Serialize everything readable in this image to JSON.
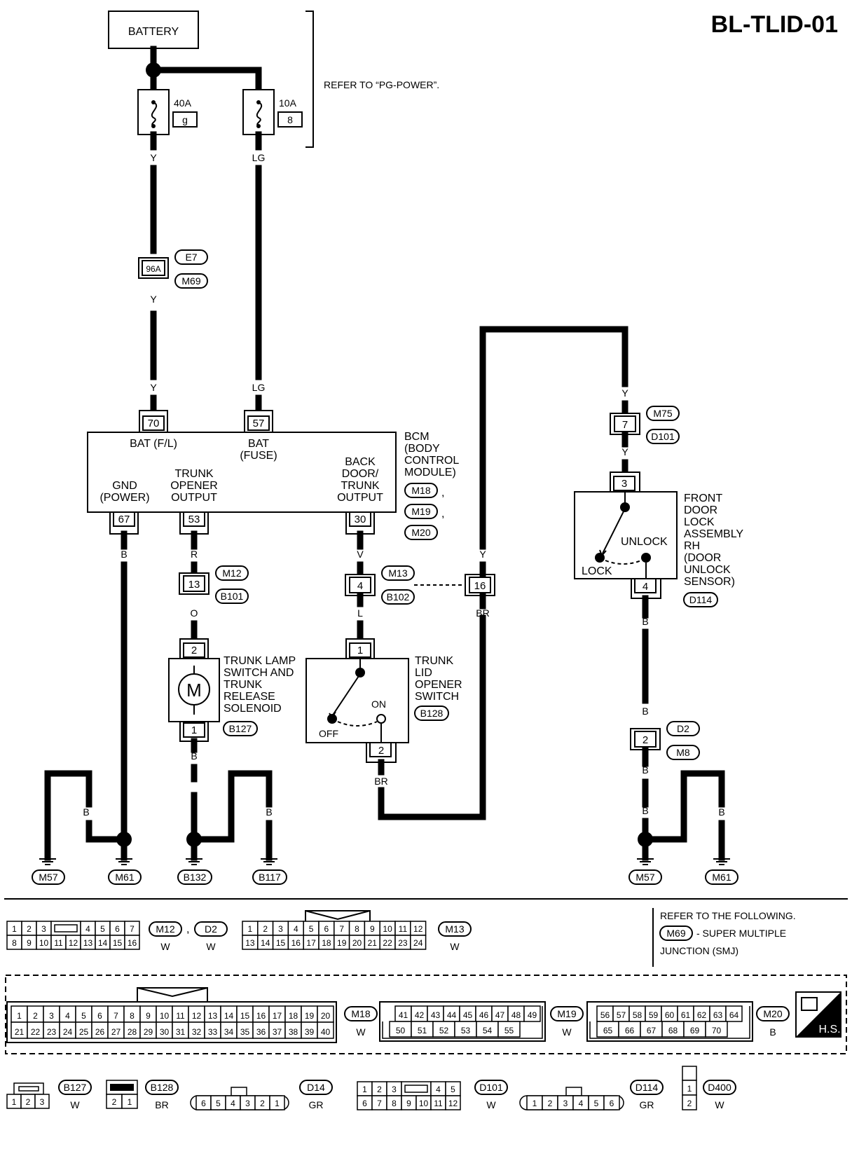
{
  "title": "BL-TLID-01",
  "refer_power": "REFER TO “PG-POWER”.",
  "battery": "BATTERY",
  "fuses": [
    {
      "amp": "40A",
      "id": "g"
    },
    {
      "amp": "10A",
      "id": "8"
    }
  ],
  "wire_colors": {
    "y": "Y",
    "lg": "LG",
    "b": "B",
    "r": "R",
    "o": "O",
    "v": "V",
    "l": "L",
    "br": "BR"
  },
  "joint": {
    "pin": "96A",
    "conn_top": "E7",
    "conn_bottom": "M69"
  },
  "bcm": {
    "name_lines": [
      "BCM",
      "(BODY",
      "CONTROL",
      "MODULE)"
    ],
    "connectors": [
      "M18",
      "M19",
      "M20"
    ],
    "pins": {
      "bat_fl": {
        "num": "70",
        "label": "BAT (F/L)"
      },
      "bat_fuse": {
        "num": "57",
        "label_lines": [
          "BAT",
          "(FUSE)"
        ]
      },
      "gnd": {
        "num": "67",
        "label_lines": [
          "GND",
          "(POWER)"
        ]
      },
      "trunk_opener": {
        "num": "53",
        "label_lines": [
          "TRUNK",
          "OPENER",
          "OUTPUT"
        ]
      },
      "back_door": {
        "num": "30",
        "label_lines": [
          "BACK",
          "DOOR/",
          "TRUNK",
          "OUTPUT"
        ]
      }
    }
  },
  "conn_m12": {
    "pin": "13",
    "top": "M12",
    "bottom": "B101"
  },
  "conn_m13": {
    "pin": "4",
    "top": "M13",
    "bottom": "B102",
    "pin2": "16"
  },
  "conn_m75": {
    "pin": "7",
    "top": "M75",
    "bottom": "D101"
  },
  "conn_d2": {
    "pin": "2",
    "top": "D2",
    "bottom": "M8"
  },
  "solenoid": {
    "label_lines": [
      "TRUNK LAMP",
      "SWITCH AND",
      "TRUNK",
      "RELEASE",
      "SOLENOID"
    ],
    "conn": "B127",
    "pin_top": "2",
    "pin_bottom": "1",
    "motor": "M"
  },
  "opener_switch": {
    "label_lines": [
      "TRUNK",
      "LID",
      "OPENER",
      "SWITCH"
    ],
    "conn": "B128",
    "pin_top": "1",
    "pin_bottom": "2",
    "on": "ON",
    "off": "OFF"
  },
  "door_lock": {
    "label_lines": [
      "FRONT",
      "DOOR",
      "LOCK",
      "ASSEMBLY",
      "RH",
      "(DOOR",
      "UNLOCK",
      "SENSOR)"
    ],
    "conn": "D114",
    "pin_top": "3",
    "pin_bottom": "4",
    "unlock": "UNLOCK",
    "lock": "LOCK"
  },
  "grounds": [
    "M57",
    "M61",
    "B132",
    "B117",
    "M57",
    "M61"
  ],
  "refer_following": {
    "line1": "REFER TO THE FOLLOWING.",
    "conn": "M69",
    "line2": "- SUPER MULTIPLE",
    "line3": "JUNCTION (SMJ)"
  },
  "connector_views": {
    "m12": {
      "labels": [
        "M12",
        "D2"
      ],
      "colors": [
        "W",
        "W"
      ],
      "row1": [
        "1",
        "2",
        "3",
        "",
        "4",
        "5",
        "6",
        "7"
      ],
      "row2": [
        "8",
        "9",
        "10",
        "11",
        "12",
        "13",
        "14",
        "15",
        "16"
      ]
    },
    "m13": {
      "label": "M13",
      "color": "W",
      "row1": [
        "1",
        "2",
        "3",
        "4",
        "5",
        "6",
        "7",
        "8",
        "9",
        "10",
        "11",
        "12"
      ],
      "row2": [
        "13",
        "14",
        "15",
        "16",
        "17",
        "18",
        "19",
        "20",
        "21",
        "22",
        "23",
        "24"
      ]
    },
    "m18": {
      "label": "M18",
      "color": "W",
      "row1": [
        "1",
        "2",
        "3",
        "4",
        "5",
        "6",
        "7",
        "8",
        "9",
        "10",
        "11",
        "12",
        "13",
        "14",
        "15",
        "16",
        "17",
        "18",
        "19",
        "20"
      ],
      "row2": [
        "21",
        "22",
        "23",
        "24",
        "25",
        "26",
        "27",
        "28",
        "29",
        "30",
        "31",
        "32",
        "33",
        "34",
        "35",
        "36",
        "37",
        "38",
        "39",
        "40"
      ]
    },
    "m19": {
      "label": "M19",
      "color": "W",
      "row1": [
        "41",
        "42",
        "43",
        "44",
        "45",
        "46",
        "47",
        "48",
        "49"
      ],
      "row2": [
        "50",
        "51",
        "52",
        "53",
        "54",
        "55"
      ]
    },
    "m20": {
      "label": "M20",
      "color": "B",
      "row1": [
        "56",
        "57",
        "58",
        "59",
        "60",
        "61",
        "62",
        "63",
        "64"
      ],
      "row2": [
        "65",
        "66",
        "67",
        "68",
        "69",
        "70"
      ]
    },
    "hs": "H.S.",
    "b127": {
      "label": "B127",
      "color": "W",
      "cells": [
        "1",
        "2",
        "3"
      ]
    },
    "b128": {
      "label": "B128",
      "color": "BR",
      "cells": [
        "2",
        "1"
      ]
    },
    "d14": {
      "label": "D14",
      "color": "GR",
      "cells": [
        "6",
        "5",
        "4",
        "3",
        "2",
        "1"
      ]
    },
    "d101": {
      "label": "D101",
      "color": "W",
      "row1": [
        "1",
        "2",
        "3",
        "",
        "4",
        "5"
      ],
      "row2": [
        "6",
        "7",
        "8",
        "9",
        "10",
        "11",
        "12"
      ]
    },
    "d114": {
      "label": "D114",
      "color": "GR",
      "cells": [
        "1",
        "2",
        "3",
        "4",
        "5",
        "6"
      ]
    },
    "d400": {
      "label": "D400",
      "color": "W",
      "cells": [
        "1",
        "2"
      ]
    }
  }
}
